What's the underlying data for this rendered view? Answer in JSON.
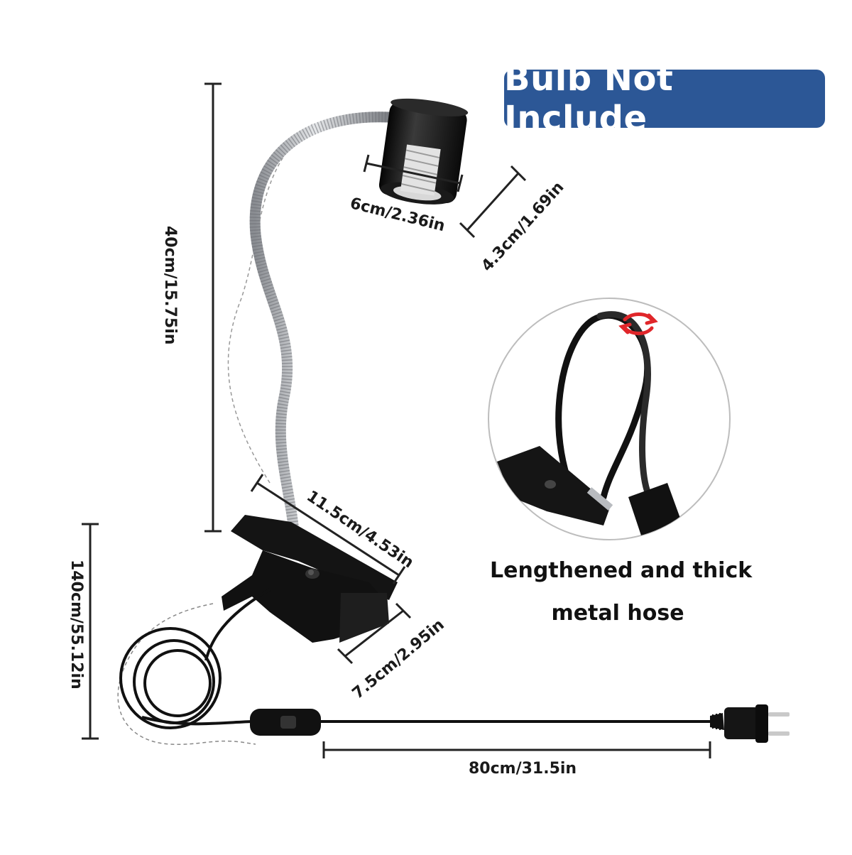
{
  "badge": {
    "text": "Bulb Not Include"
  },
  "callout": {
    "line1": "Lengthened and thick",
    "line2": "metal hose"
  },
  "dimensions": {
    "socket_height": "6cm/2.36in",
    "socket_width": "4.3cm/1.69in",
    "hose_length": "40cm/15.75in",
    "clip_length": "11.5cm/4.53in",
    "clip_width": "7.5cm/2.95in",
    "total_cable": "140cm/55.12in",
    "cord_length": "80cm/31.5in"
  },
  "colors": {
    "badge_bg": "#2c5796",
    "badge_text": "#ffffff",
    "product_black": "#151515",
    "metal_hose": "#b9bcc0",
    "rotate_arrow": "#e0262a",
    "dim_line": "#222222"
  }
}
